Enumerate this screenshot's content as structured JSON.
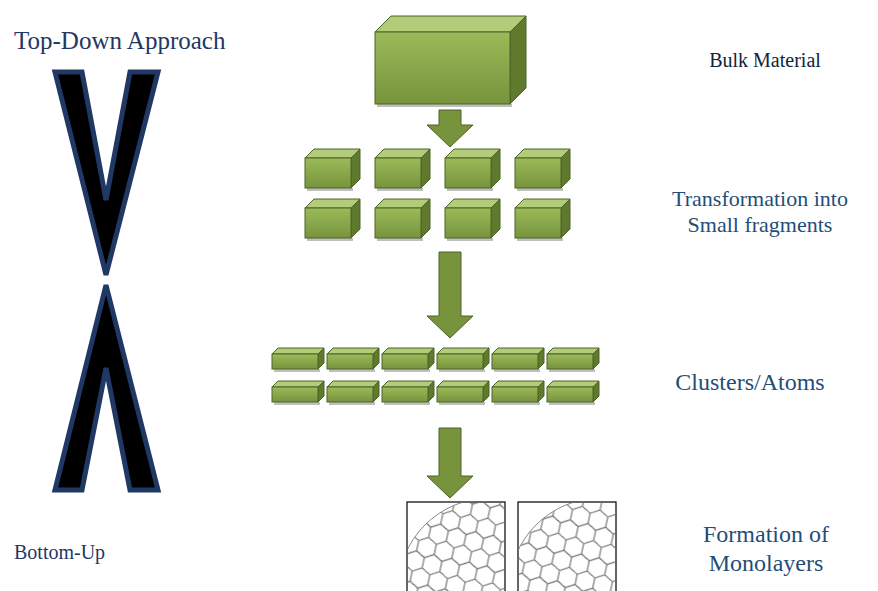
{
  "diagram": {
    "labels": [
      "Top-Down Approach",
      "Bulk Material",
      "Transformation into Small fragments",
      "Clusters/Atoms",
      "Formation of Monolayers",
      "Bottom-Up"
    ]
  }
}
